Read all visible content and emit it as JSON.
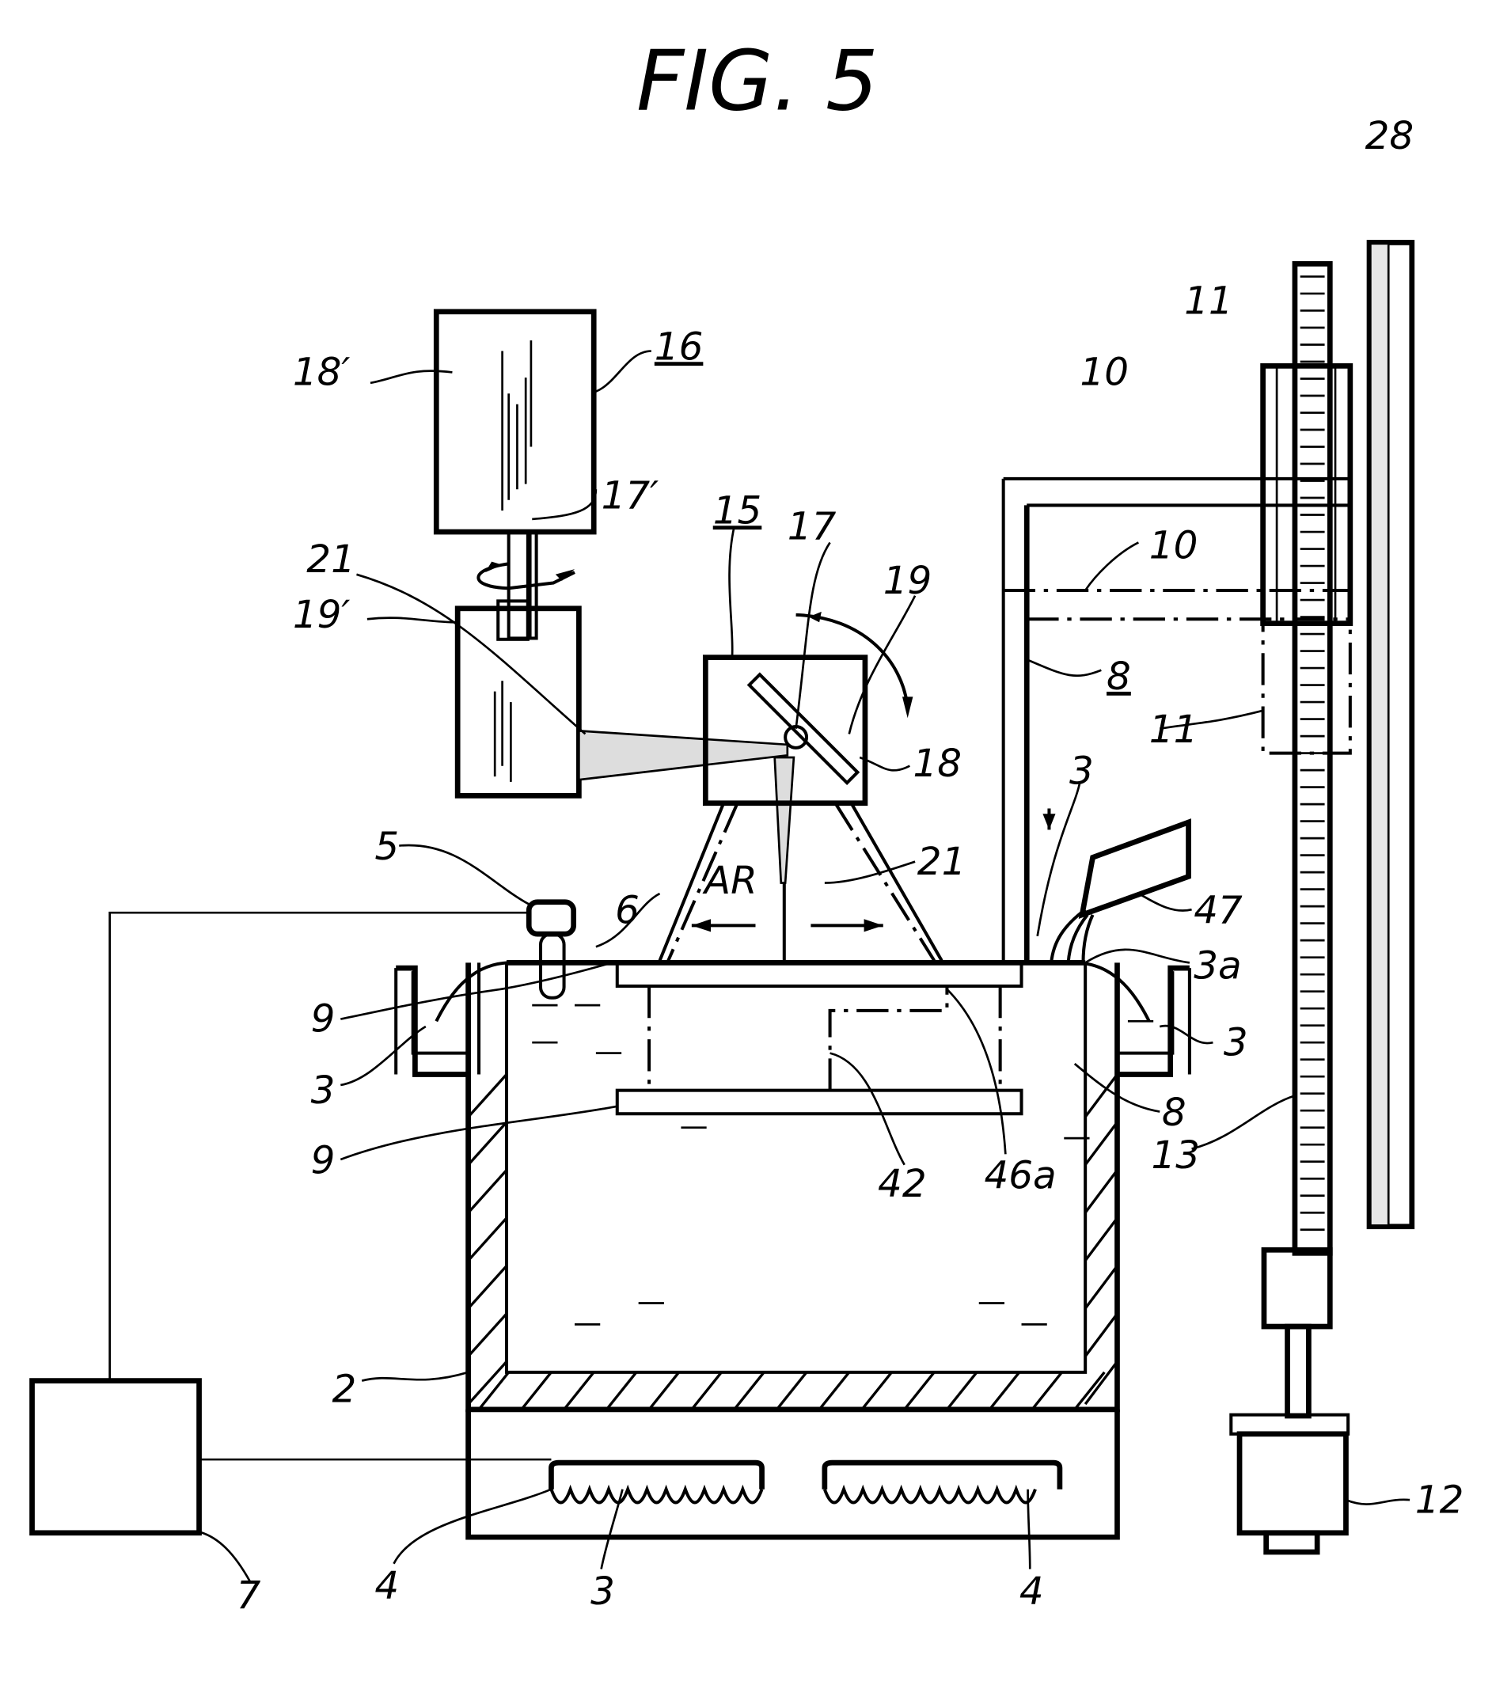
{
  "figure": {
    "title": "FIG. 5",
    "labels": {
      "rule_28": "28",
      "nut_11_top": "11",
      "arm_10_top": "10",
      "motor_18p": "18′",
      "unit_16": "16",
      "shaft_17p": "17′",
      "unit_15": "15",
      "shaft_17": "17",
      "arc_19": "19",
      "beam_21_left": "21",
      "arm_10_dash": "10",
      "mirror_19p": "19′",
      "frame_8": "8",
      "nut_11_dash": "11",
      "motor_18": "18",
      "resin_3_arrow": "3",
      "sensor_5": "5",
      "beam_21_right": "21",
      "ar": "AR",
      "surface_6": "6",
      "dispenser_47": "47",
      "resin_3a": "3a",
      "plate_9_top": "9",
      "resin_3_right": "3",
      "resin_3_left": "3",
      "frame_8_right": "8",
      "screw_13": "13",
      "plate_9_dash": "9",
      "part_42": "42",
      "part_46a": "46a",
      "vessel_2": "2",
      "motor_12": "12",
      "controller_7": "7",
      "heater_4_left": "4",
      "resin_3_bottom": "3",
      "heater_4_right": "4"
    }
  }
}
